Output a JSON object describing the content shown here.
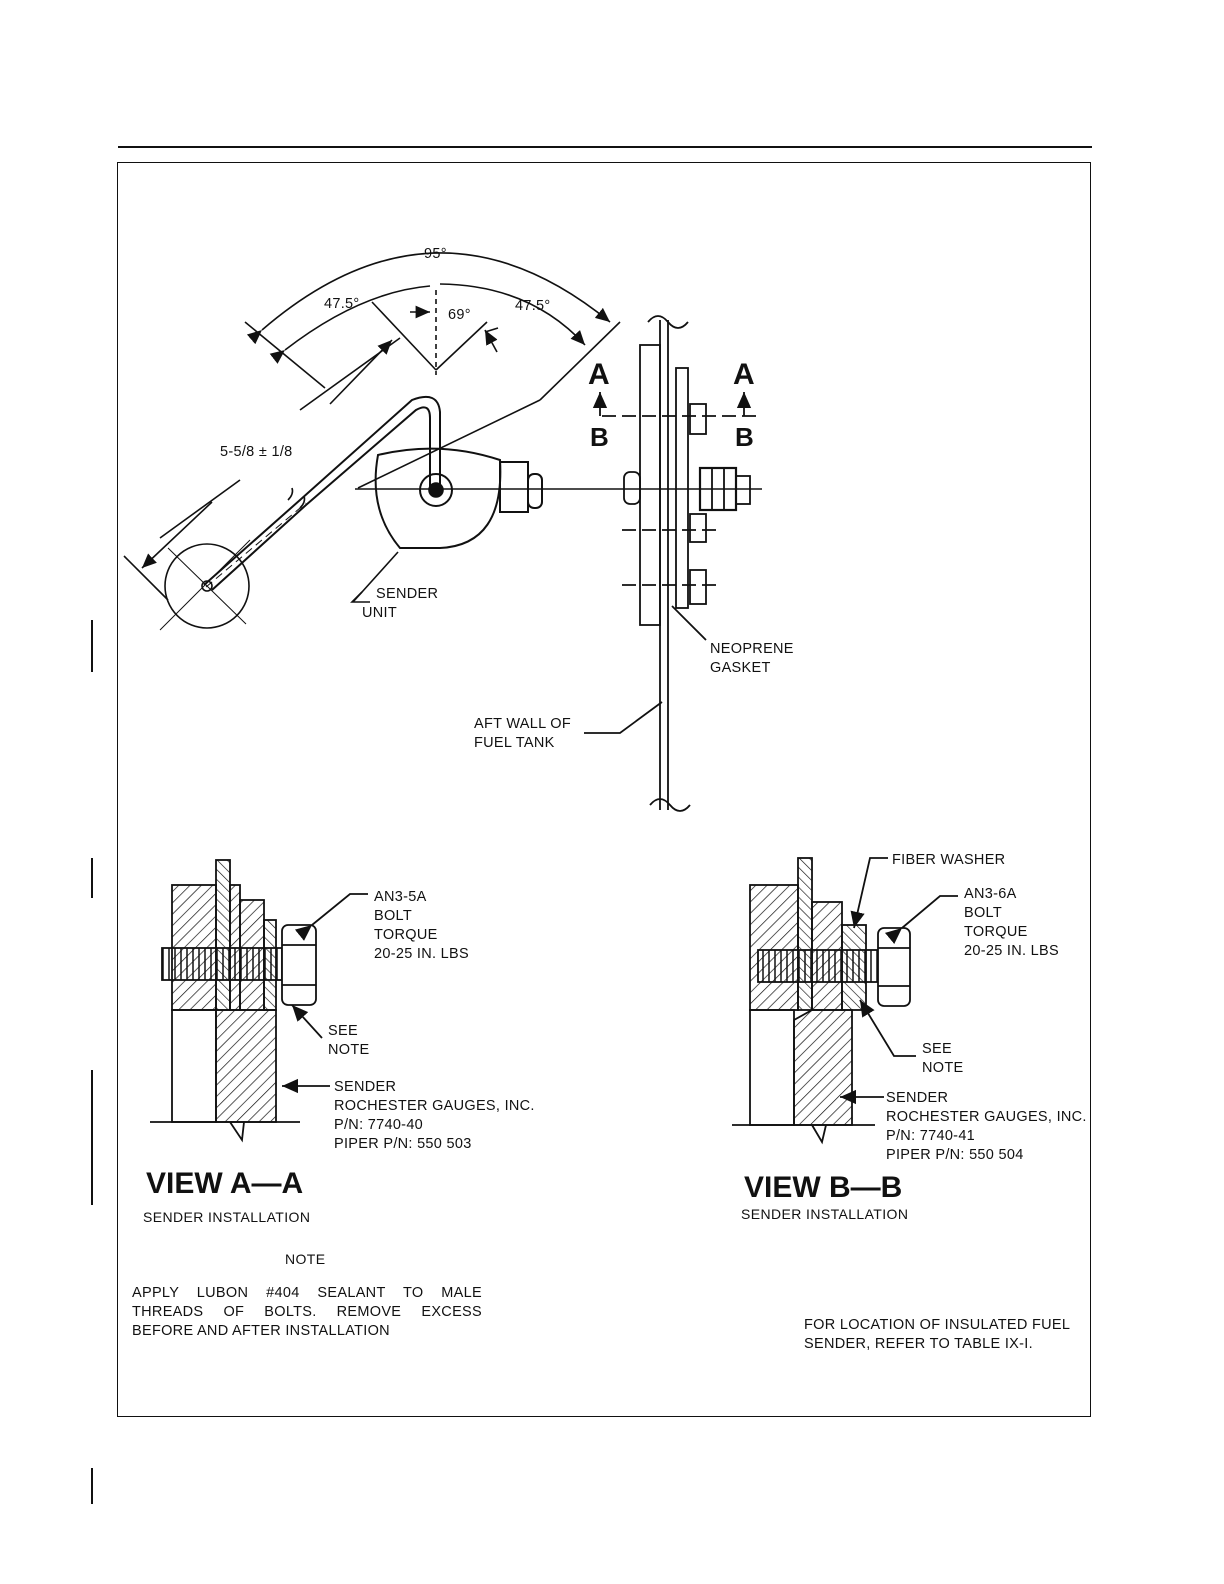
{
  "dimensions": {
    "angle_total": "95°",
    "angle_left": "47.5°",
    "angle_right": "47.5°",
    "angle_inner": "69°",
    "arm_length": "5-5/8 ± 1/8"
  },
  "section_marks": {
    "a": "A",
    "b": "B"
  },
  "callouts": {
    "sender_unit": [
      "SENDER",
      "UNIT"
    ],
    "neoprene_gasket": [
      "NEOPRENE",
      "GASKET"
    ],
    "aft_wall": [
      "AFT WALL OF",
      "FUEL TANK"
    ],
    "fiber_washer": "FIBER WASHER"
  },
  "view_a": {
    "title": "VIEW A—A",
    "subtitle": "SENDER INSTALLATION",
    "bolt": [
      "AN3-5A",
      "BOLT",
      "TORQUE",
      "20-25 IN. LBS"
    ],
    "see_note": [
      "SEE",
      "NOTE"
    ],
    "sender": [
      "SENDER",
      "ROCHESTER GAUGES, INC.",
      "P/N: 7740-40",
      "PIPER P/N: 550 503"
    ]
  },
  "view_b": {
    "title": "VIEW B—B",
    "subtitle": "SENDER INSTALLATION",
    "bolt": [
      "AN3-6A",
      "BOLT",
      "TORQUE",
      "20-25 IN. LBS"
    ],
    "see_note": [
      "SEE",
      "NOTE"
    ],
    "sender": [
      "SENDER",
      "ROCHESTER GAUGES, INC.",
      "P/N: 7740-41",
      "PIPER P/N: 550 504"
    ]
  },
  "note": {
    "heading": "NOTE",
    "body": "APPLY LUBON #404 SEALANT TO MALE THREADS OF BOLTS. REMOVE EXCESS BEFORE AND AFTER INSTALLATION"
  },
  "location_note": "FOR LOCATION OF INSULATED FUEL SENDER, REFER TO TABLE IX-I."
}
